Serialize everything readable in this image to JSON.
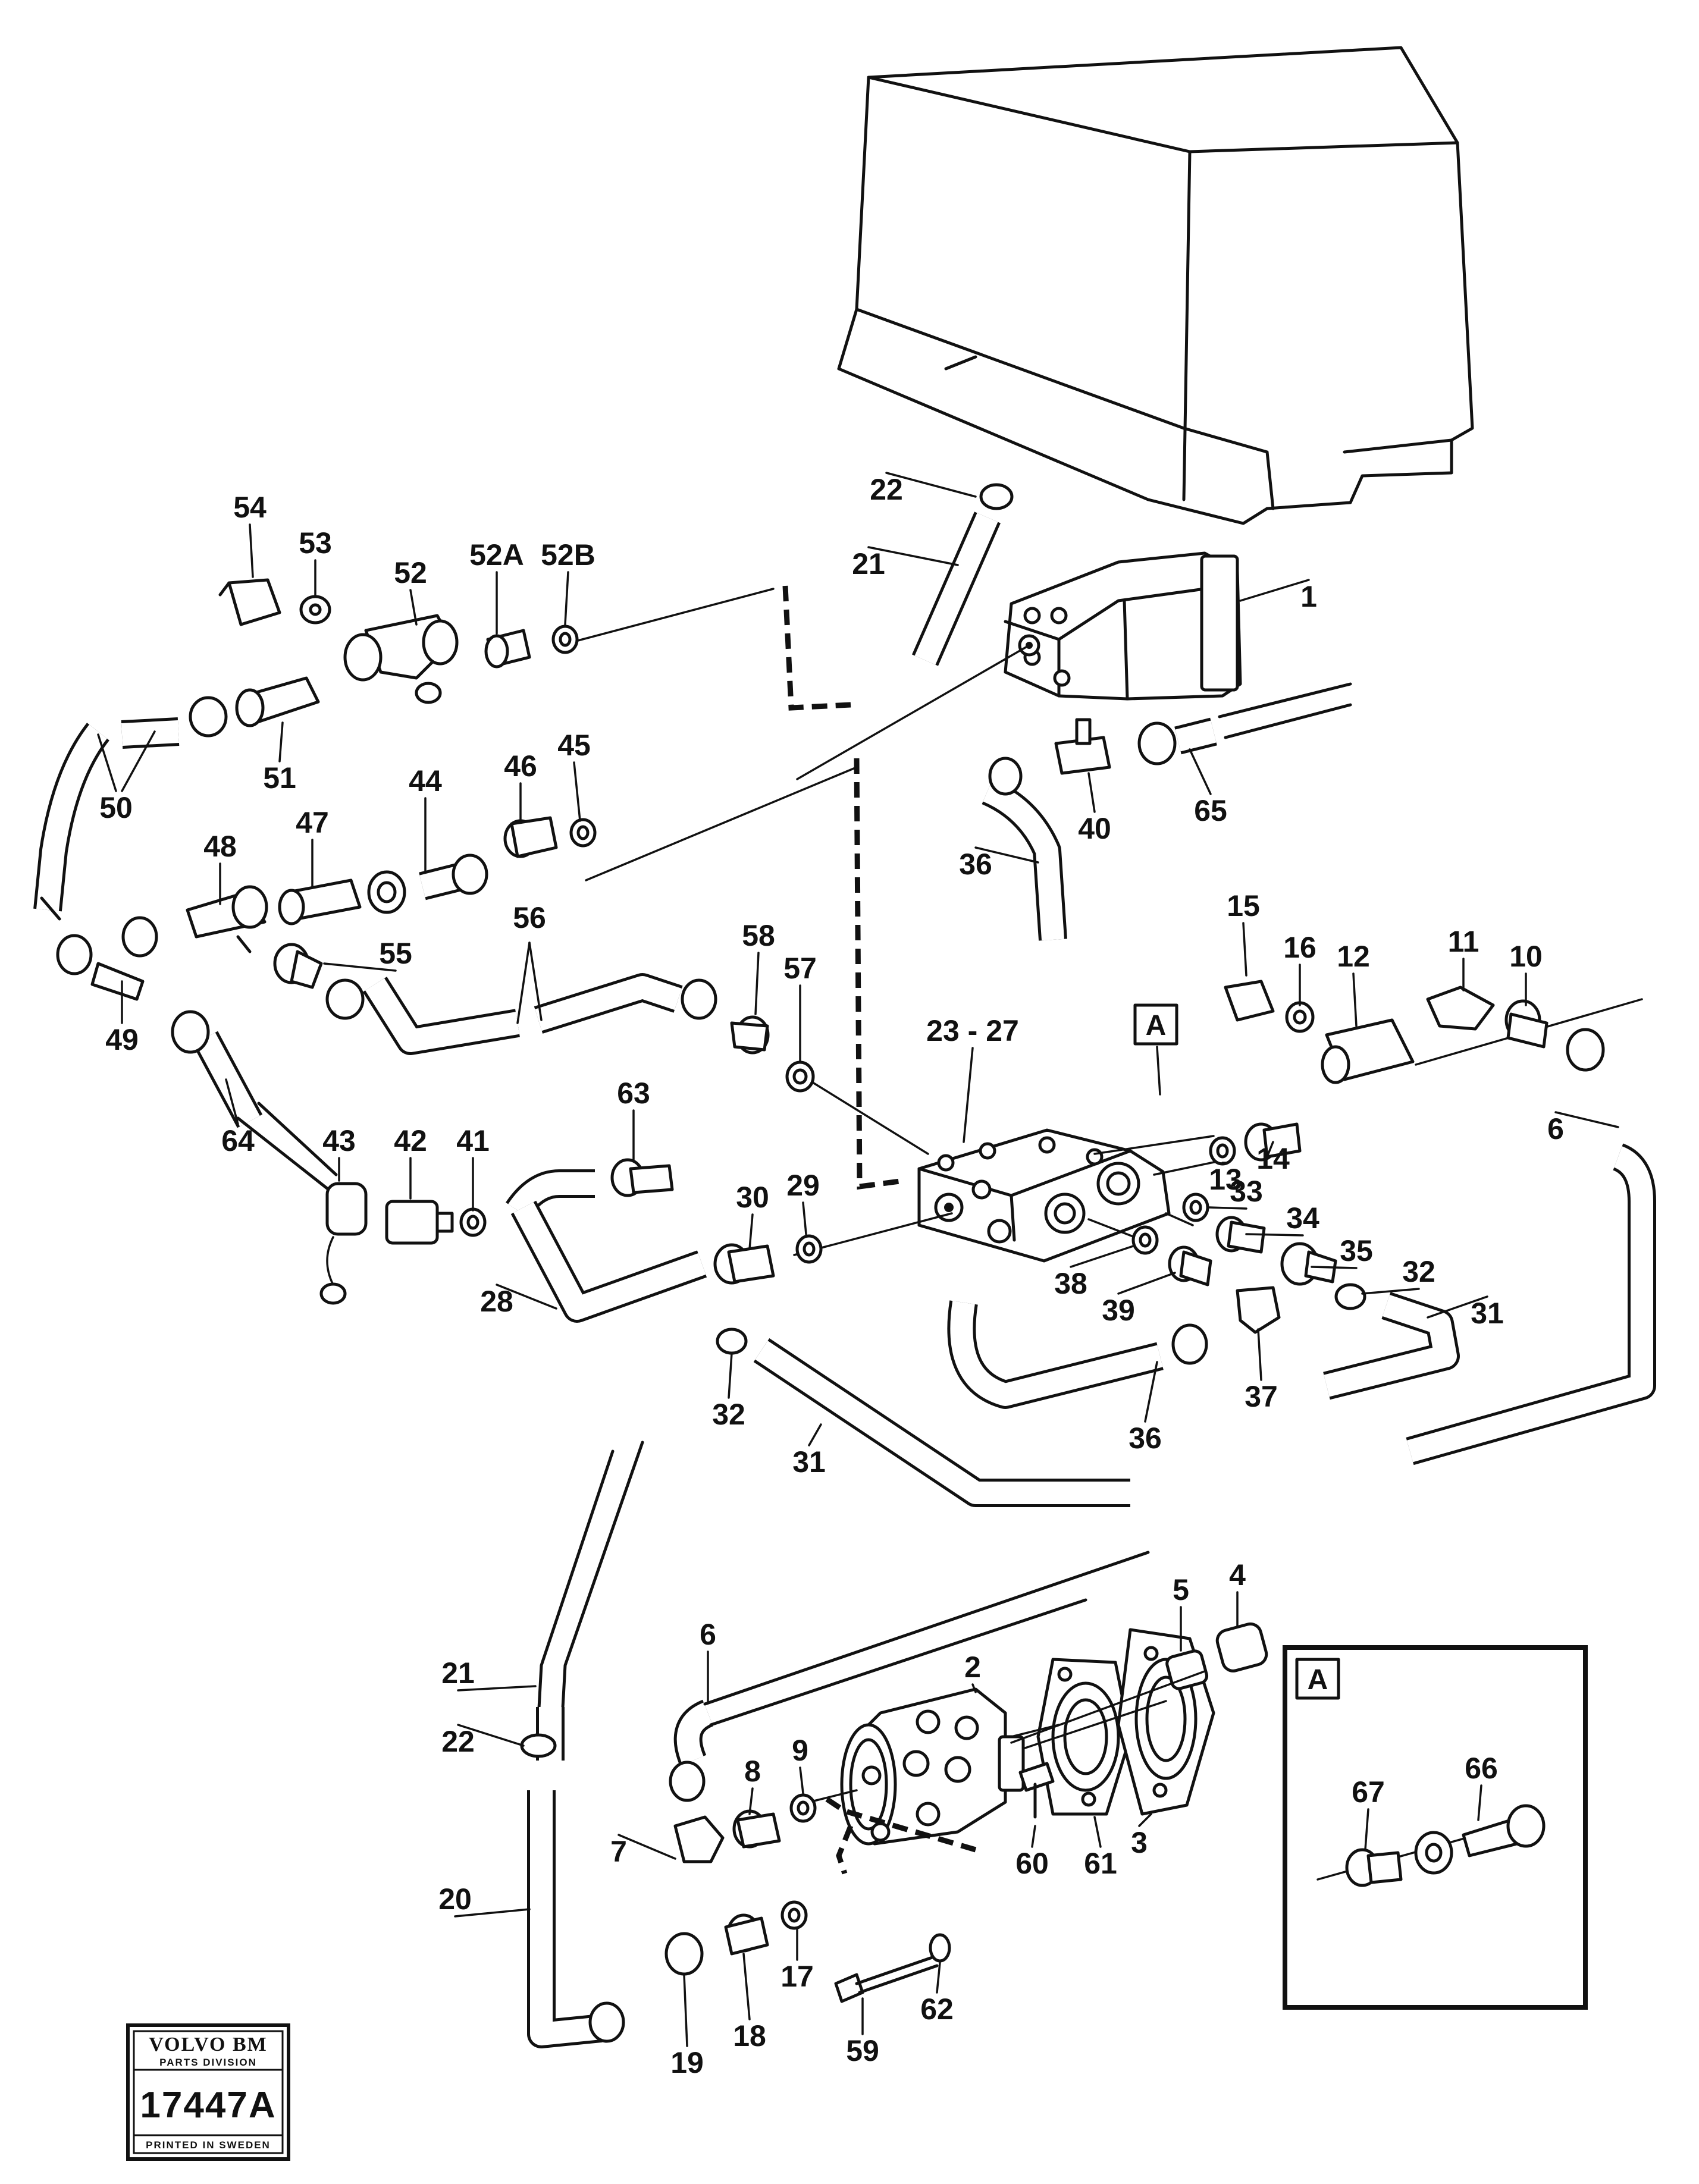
{
  "labels": [
    "54",
    "53",
    "52",
    "52A",
    "52B",
    "22",
    "21",
    "1",
    "51",
    "50",
    "47",
    "44",
    "46",
    "45",
    "40",
    "65",
    "48",
    "55",
    "56",
    "36",
    "49",
    "64",
    "58",
    "57",
    "15",
    "16",
    "12",
    "11",
    "10",
    "23 - 27",
    "A",
    "63",
    "43",
    "42",
    "41",
    "30",
    "29",
    "13",
    "14",
    "6",
    "33",
    "34",
    "35",
    "32",
    "38",
    "39",
    "31",
    "28",
    "32",
    "37",
    "36",
    "31",
    "5",
    "4",
    "2",
    "6",
    "21",
    "A",
    "22",
    "9",
    "8",
    "67",
    "66",
    "60",
    "61",
    "3",
    "7",
    "20",
    "17",
    "59",
    "62",
    "18",
    "19"
  ],
  "callout_letter": "A",
  "inset_letter": "A",
  "stamp": {
    "brand": "VOLVO BM",
    "division": "PARTS DIVISION",
    "number": "17447A",
    "footer": "PRINTED IN SWEDEN"
  }
}
